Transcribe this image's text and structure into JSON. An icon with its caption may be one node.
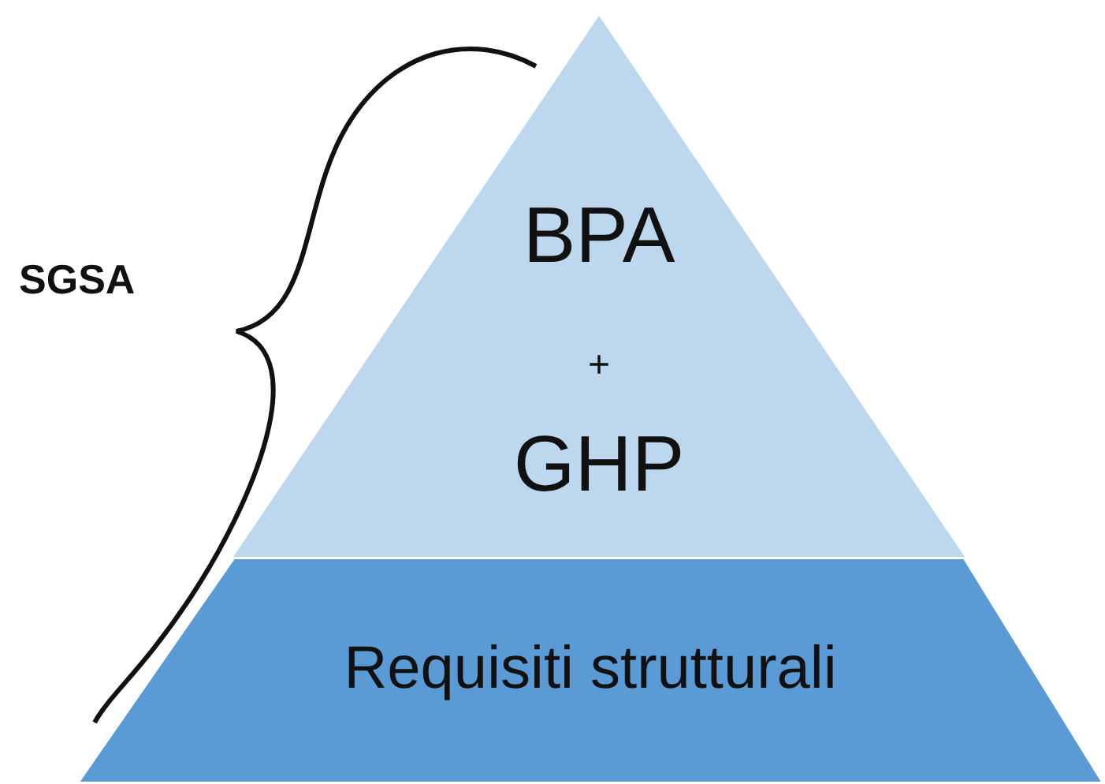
{
  "diagram": {
    "nodes": [
      {
        "text": [
          "BPA",
          "+",
          "GHP"
        ]
      },
      {
        "text": [
          "Requisiti strutturali"
        ]
      }
    ],
    "edges": [],
    "labels": [
      "SGSA"
    ]
  }
}
